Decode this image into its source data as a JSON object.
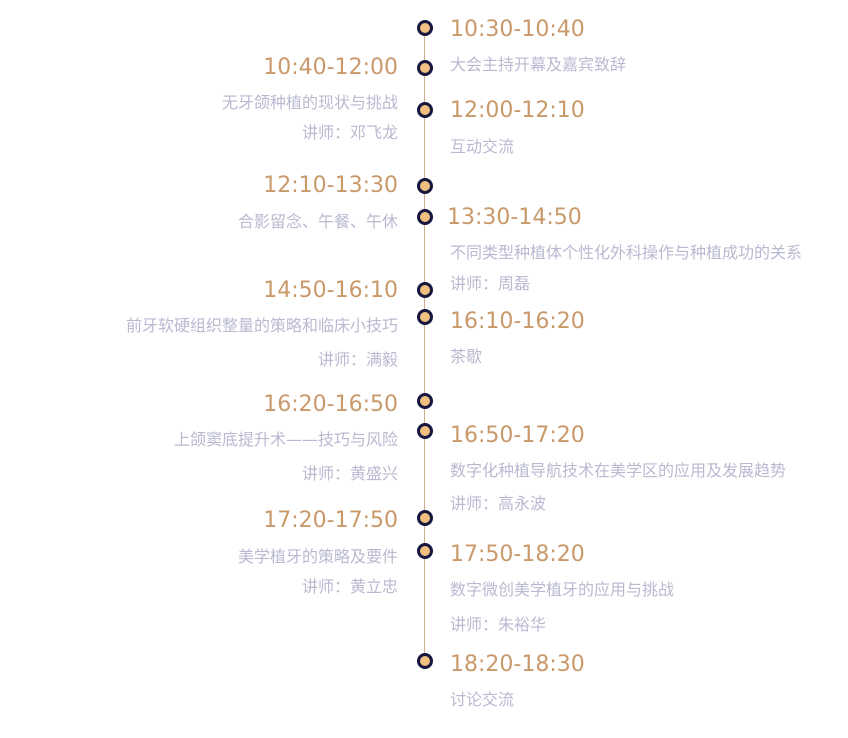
{
  "right": [
    {
      "time": "10:30-10:40",
      "desc": "大会主持开幕及嘉宾致辞"
    },
    {
      "time": "12:00-12:10",
      "desc": "互动交流"
    },
    {
      "time": "13:30-14:50",
      "desc": "不同类型种植体个性化外科操作与种植成功的关系",
      "speaker": "讲师：周磊"
    },
    {
      "time": "16:10-16:20",
      "desc": "茶歇"
    },
    {
      "time": "16:50-17:20",
      "desc": "数字化种植导航技术在美学区的应用及发展趋势",
      "speaker": "讲师：高永波"
    },
    {
      "time": "17:50-18:20",
      "desc": "数字微创美学植牙的应用与挑战",
      "speaker": "讲师：朱裕华"
    },
    {
      "time": "18:20-18:30",
      "desc": "讨论交流"
    }
  ],
  "left": [
    {
      "time": "10:40-12:00",
      "desc": "无牙颌种植的现状与挑战",
      "speaker": "讲师：邓飞龙"
    },
    {
      "time": "12:10-13:30",
      "desc": "合影留念、午餐、午休"
    },
    {
      "time": "14:50-16:10",
      "desc": "前牙软硬组织整量的策略和临床小技巧",
      "speaker": "讲师：满毅"
    },
    {
      "time": "16:20-16:50",
      "desc": "上颌窦底提升术——技巧与风险",
      "speaker": "讲师：黄盛兴"
    },
    {
      "time": "17:20-17:50",
      "desc": "美学植牙的策略及要件",
      "speaker": "讲师：黄立忠"
    }
  ]
}
